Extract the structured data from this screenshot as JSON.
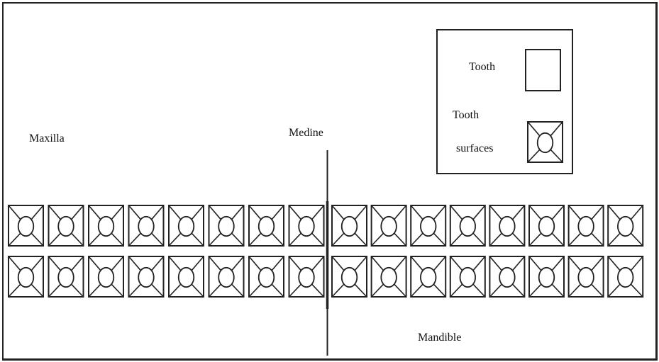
{
  "labels": {
    "maxilla": "Maxilla",
    "mandible": "Mandible",
    "medine": "Medine"
  },
  "legend": {
    "tooth_label": "Tooth",
    "surfaces_label_line1": "Tooth",
    "surfaces_label_line2": "surfaces"
  },
  "chart": {
    "rows": 2,
    "teeth_left_per_row": 8,
    "teeth_right_per_row": 8,
    "stroke_color": "#222222"
  }
}
